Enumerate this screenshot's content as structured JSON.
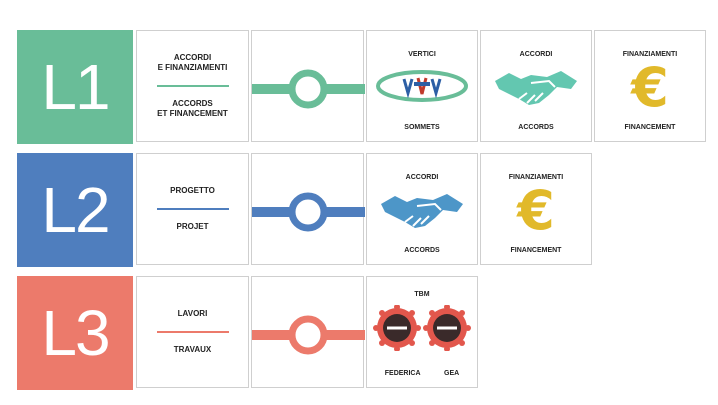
{
  "colors": {
    "l1": "#69bd98",
    "l2": "#4f7ebe",
    "l3": "#ec7a6b",
    "handshake_l1": "#63c7b0",
    "handshake_l2": "#4d96c8",
    "euro": "#e1b92a",
    "summit_red": "#c0392b",
    "summit_blue": "#2d5fa5",
    "gear": "#e2574c"
  },
  "rows": [
    {
      "level": "L1",
      "label_top": "ACCORDI\nE FINANZIAMENTI",
      "label_bottom": "ACCORDS\nET FINANCEMENT",
      "cards": [
        {
          "top": "VERTICI",
          "bottom": "SOMMETS",
          "icon": "summit-logo-icon"
        },
        {
          "top": "ACCORDI",
          "bottom": "ACCORDS",
          "icon": "handshake-icon"
        },
        {
          "top": "FINANZIAMENTI",
          "bottom": "FINANCEMENT",
          "icon": "euro-icon"
        }
      ]
    },
    {
      "level": "L2",
      "label_top": "PROGETTO",
      "label_bottom": "PROJET",
      "cards": [
        {
          "top": "ACCORDI",
          "bottom": "ACCORDS",
          "icon": "handshake-icon"
        },
        {
          "top": "FINANZIAMENTI",
          "bottom": "FINANCEMENT",
          "icon": "euro-icon"
        }
      ]
    },
    {
      "level": "L3",
      "label_top": "LAVORI",
      "label_bottom": "TRAVAUX",
      "cards": [
        {
          "top": "TBM",
          "names": [
            "FEDERICA",
            "GEA"
          ],
          "icon": "tbm-cutterhead-icon"
        }
      ]
    }
  ],
  "euro_symbol": "€"
}
